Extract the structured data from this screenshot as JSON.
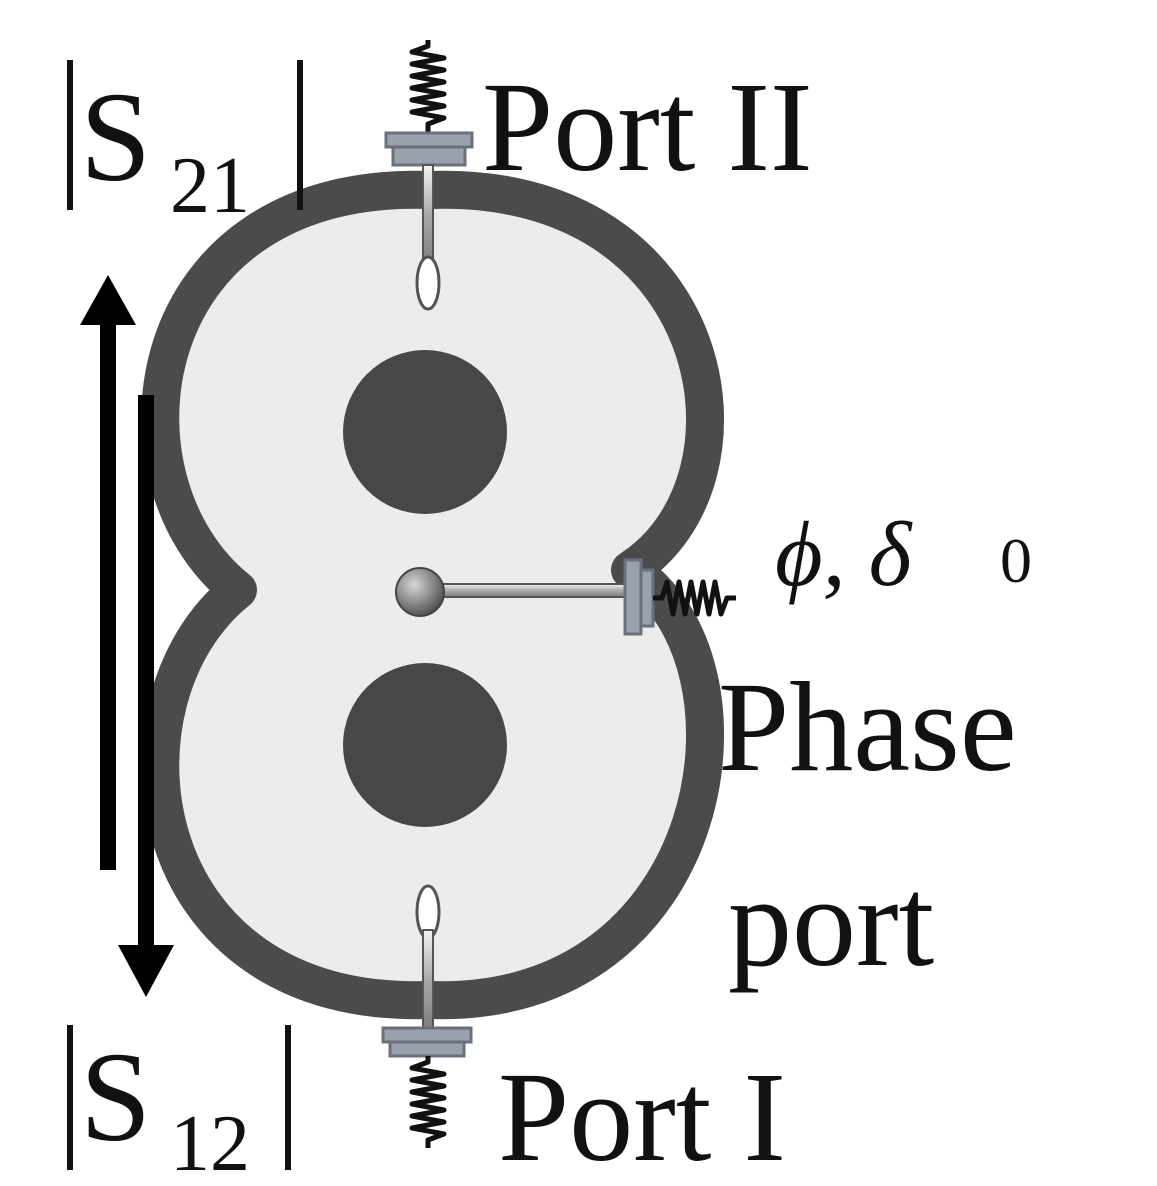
{
  "labels": {
    "port_top": "Port II",
    "port_bottom": "Port I",
    "phase_line1": "Phase",
    "phase_line2": "port",
    "s21_main": "S",
    "s21_sub": "21",
    "s12_main": "S",
    "s12_sub": "12",
    "phase_symbol": "ϕ, δ",
    "phase_symbol_sub": "0"
  },
  "colors": {
    "cavity_wall": "#4b4b4b",
    "cavity_fill": "#ececec",
    "resonator_post": "#474747",
    "coupling_plate": "#9aa1ad",
    "coupling_plate_edge": "#6a707c",
    "arrow": "#000000",
    "spring": "#111111"
  }
}
